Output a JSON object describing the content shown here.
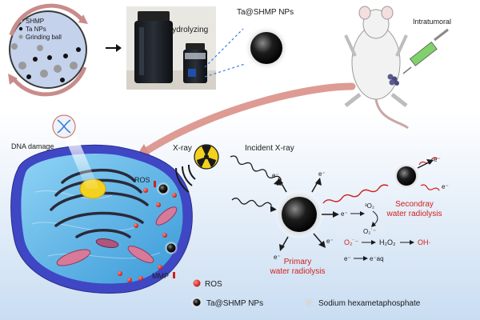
{
  "synthesis": {
    "jar_legend": [
      "SHMP",
      "Ta NPs",
      "Grinding ball"
    ],
    "hydrolyzing_label": "Hydrolyzing",
    "nanoparticle_label": "Ta@SHMP NPs"
  },
  "injection": {
    "label": "Intratumoral"
  },
  "cell": {
    "dna_damage_label": "DNA damage",
    "ros_label": "ROS",
    "mmp_label": "MMP"
  },
  "radiation": {
    "xray_label": "X-ray",
    "incident_label": "Incident X-ray"
  },
  "radiolysis": {
    "electron": "e⁻",
    "primary_label_1": "Primary",
    "primary_label_2": "water radiolysis",
    "secondary_label_1": "Secondray",
    "secondary_label_2": "water radiolysis",
    "singlet_oxygen": "³O₂",
    "superoxide_black": "O₂˙⁻",
    "superoxide_red": "O₂˙⁻",
    "peroxide": "H₂O₂",
    "hydroxyl": "OH·",
    "hydrated_electron": "e⁻aq"
  },
  "legend": {
    "ros": "ROS",
    "nps": "Ta@SHMP NPs",
    "shmp": "Sodium hexametaphosphate"
  },
  "colors": {
    "bg_gradient_top": "#ffffff",
    "bg_gradient_bottom": "#c9ddf2",
    "cell_membrane": "#3f47c4",
    "cytoplasm": "#5fb8e8",
    "ros_red": "#d0201c",
    "nucleus_yellow": "#f3d21f",
    "accent_red": "#d0201c"
  }
}
